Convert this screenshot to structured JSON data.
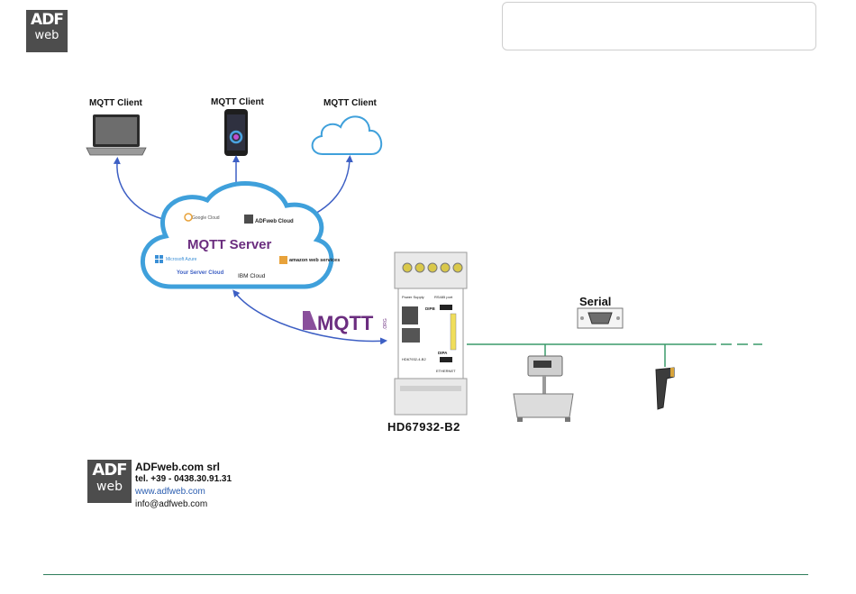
{
  "header": {
    "logo_top": "ADF",
    "logo_bottom": "web"
  },
  "diagram": {
    "client_left": "MQTT Client",
    "client_middle": "MQTT Client",
    "client_right": "MQTT Client",
    "server_title": "MQTT Server",
    "cloud_google": "Google Cloud",
    "cloud_adfweb": "ADFweb Cloud",
    "cloud_azure": "Microsoft Azure",
    "cloud_amazon": "amazon web services",
    "cloud_your_server": "Your Server Cloud",
    "cloud_ibm": "IBM Cloud",
    "mqtt_brand": "MQTT",
    "mqtt_brand_suffix": ".ORG",
    "model": "HD67932-B2",
    "serial_label": "Serial",
    "device_text": {
      "power": "Power Supply",
      "rs485": "RS485 port",
      "dip_b": "DIPB",
      "dip_a": "DIPA",
      "ethernet": "ETHERNET",
      "model_small": "HD67932-4-B2"
    }
  },
  "footer": {
    "logo_top": "ADF",
    "logo_bottom": "web",
    "company": "ADFweb.com srl",
    "tel": "tel. +39 - 0438.30.91.31",
    "web": "www.adfweb.com",
    "email": "info@adfweb.com"
  },
  "colors": {
    "arrow": "#3d5fc4",
    "bus": "#3a9a6a",
    "cloud_stroke": "#3fa0db",
    "mqtt_purple": "#6b2d7f",
    "footer_rule": "#2e7d5b"
  }
}
